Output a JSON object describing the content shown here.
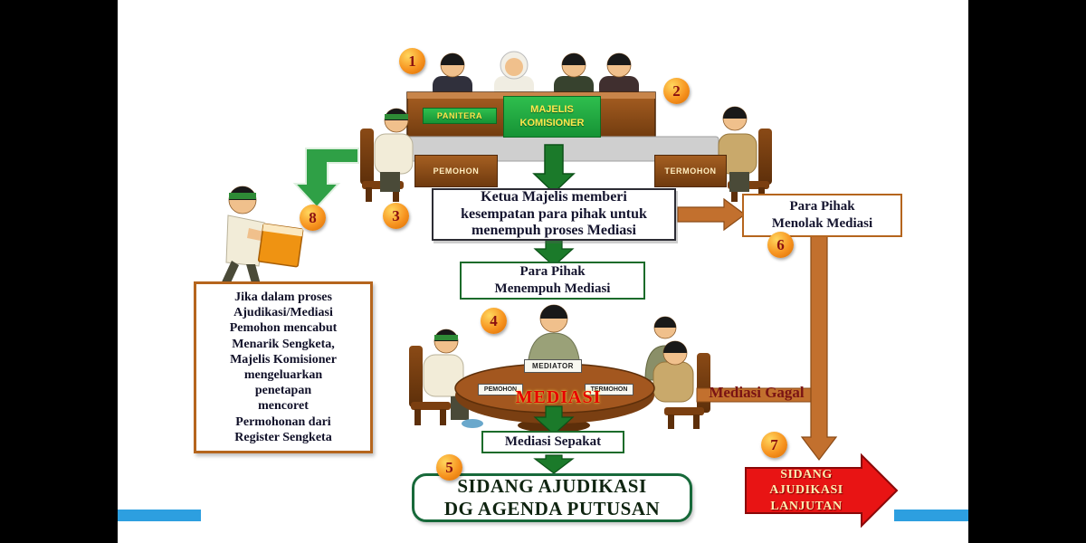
{
  "badges": [
    "1",
    "2",
    "3",
    "4",
    "5",
    "6",
    "7",
    "8"
  ],
  "courtroom": {
    "panitera": "PANITERA",
    "majelis": "MAJELIS\nKOMISIONER",
    "pemohon_desk": "PEMOHON",
    "termohon_desk": "TERMOHON"
  },
  "mediation": {
    "mediator": "MEDIATOR",
    "pemohon": "PEMOHON",
    "termohon": "TERMOHON",
    "table_title": "MEDIASI"
  },
  "flow": {
    "step3": "Ketua Majelis memberi\nkesempatan para pihak untuk\nmenempuh proses Mediasi",
    "menolak": "Para Pihak\nMenolak Mediasi",
    "menempuh": "Para Pihak\nMenempuh Mediasi",
    "gagal": "Mediasi Gagal",
    "sepakat": "Mediasi Sepakat",
    "sidang_putusan": "SIDANG AJUDIKASI\nDG AGENDA PUTUSAN",
    "sidang_lanjutan": "SIDANG\nAJUDIKASI\nLANJUTAN",
    "pencabutan": "Jika dalam proses\nAjudikasi/Mediasi\nPemohon mencabut\nMenarik Sengketa,\nMajelis Komisioner\nmengeluarkan\npenetapan\nmencoret\nPermohonan dari\nRegister Sengketa"
  },
  "colors": {
    "green_arrow": "#1b7a2a",
    "orange_arrow": "#c2702e",
    "red_arrow": "#e81414",
    "sign_green": "#21a83e",
    "sign_text": "#ffe84d",
    "badge_orange": "#f79420",
    "wood_brown": "#8b4a1f",
    "accent_strip_blue": "#2d9fe0"
  }
}
